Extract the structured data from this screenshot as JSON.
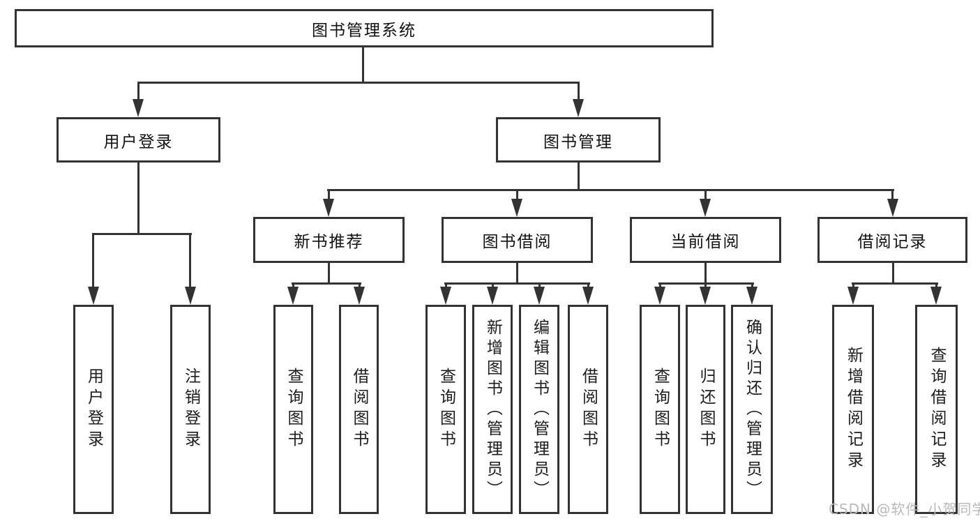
{
  "title": "图书管理系统",
  "level2": {
    "user_login": "用户登录",
    "book_management": "图书管理"
  },
  "level3": {
    "new_book_recommend": "新书推荐",
    "book_borrow": "图书借阅",
    "current_borrow": "当前借阅",
    "borrow_record": "借阅记录"
  },
  "level4": {
    "user_login": "用户登录",
    "logout": "注销登录",
    "rec_query_book": "查询图书",
    "rec_borrow_book": "借阅图书",
    "bb_query_book": "查询图书",
    "bb_add_book": "新增图书（管理员）",
    "bb_edit_book": "编辑图书（管理员）",
    "bb_borrow_book": "借阅图书",
    "cb_query_book": "查询图书",
    "cb_return_book": "归还图书",
    "cb_confirm_return": "确认归还（管理员）",
    "br_add_record": "新增借阅记录",
    "br_query_record": "查询借阅记录"
  },
  "watermark": "CSDN @软件_小贺同学",
  "colors": {
    "line": "#333333",
    "text": "#111111",
    "watermark": "#b9b9b9",
    "background": "#ffffff"
  }
}
